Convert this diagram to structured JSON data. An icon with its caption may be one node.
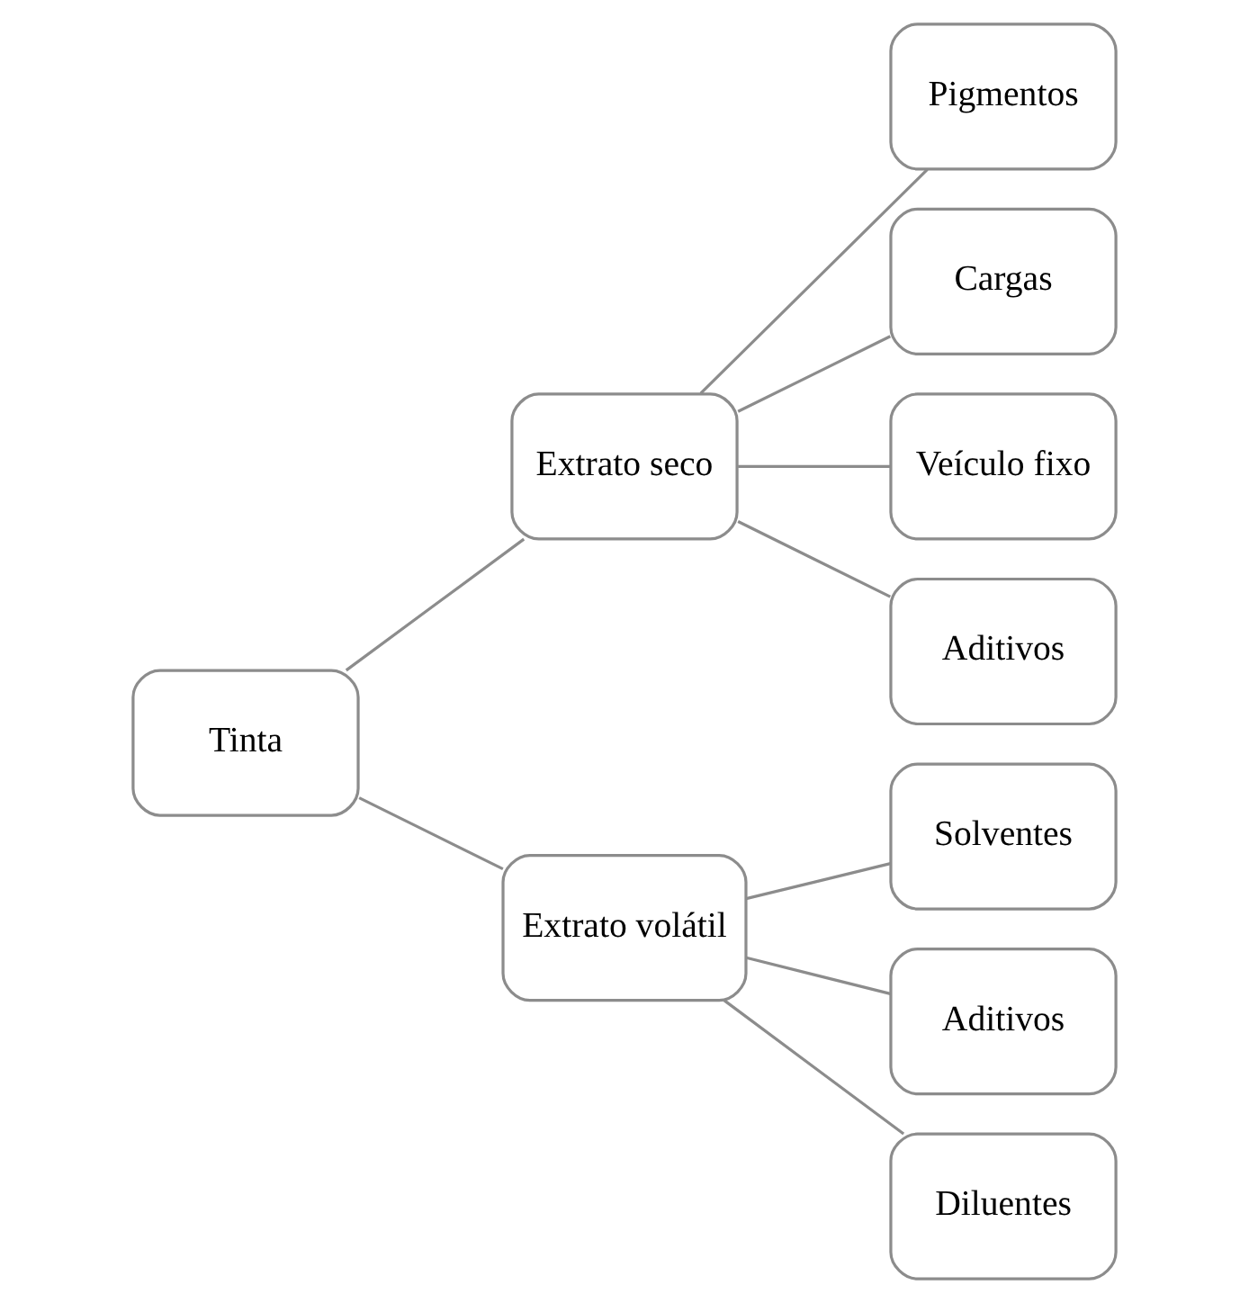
{
  "diagram": {
    "nodes": [
      {
        "text": [
          "Tinta"
        ]
      },
      {
        "text": [
          "Extrato seco"
        ]
      },
      {
        "text": [
          "Extrato volátil"
        ]
      },
      {
        "text": [
          "Pigmentos"
        ]
      },
      {
        "text": [
          "Cargas"
        ]
      },
      {
        "text": [
          "Veículo fixo"
        ]
      },
      {
        "text": [
          "Aditivos"
        ]
      },
      {
        "text": [
          "Solventes"
        ]
      },
      {
        "text": [
          "Aditivos"
        ]
      },
      {
        "text": [
          "Diluentes"
        ]
      }
    ],
    "edges": [
      {
        "from": 0,
        "to": 1,
        "arrow": "none"
      },
      {
        "from": 0,
        "to": 2,
        "arrow": "none"
      },
      {
        "from": 1,
        "to": 3,
        "arrow": "none"
      },
      {
        "from": 1,
        "to": 4,
        "arrow": "none"
      },
      {
        "from": 1,
        "to": 5,
        "arrow": "none"
      },
      {
        "from": 1,
        "to": 6,
        "arrow": "none"
      },
      {
        "from": 2,
        "to": 7,
        "arrow": "none"
      },
      {
        "from": 2,
        "to": 8,
        "arrow": "none"
      },
      {
        "from": 2,
        "to": 9,
        "arrow": "none"
      }
    ]
  }
}
